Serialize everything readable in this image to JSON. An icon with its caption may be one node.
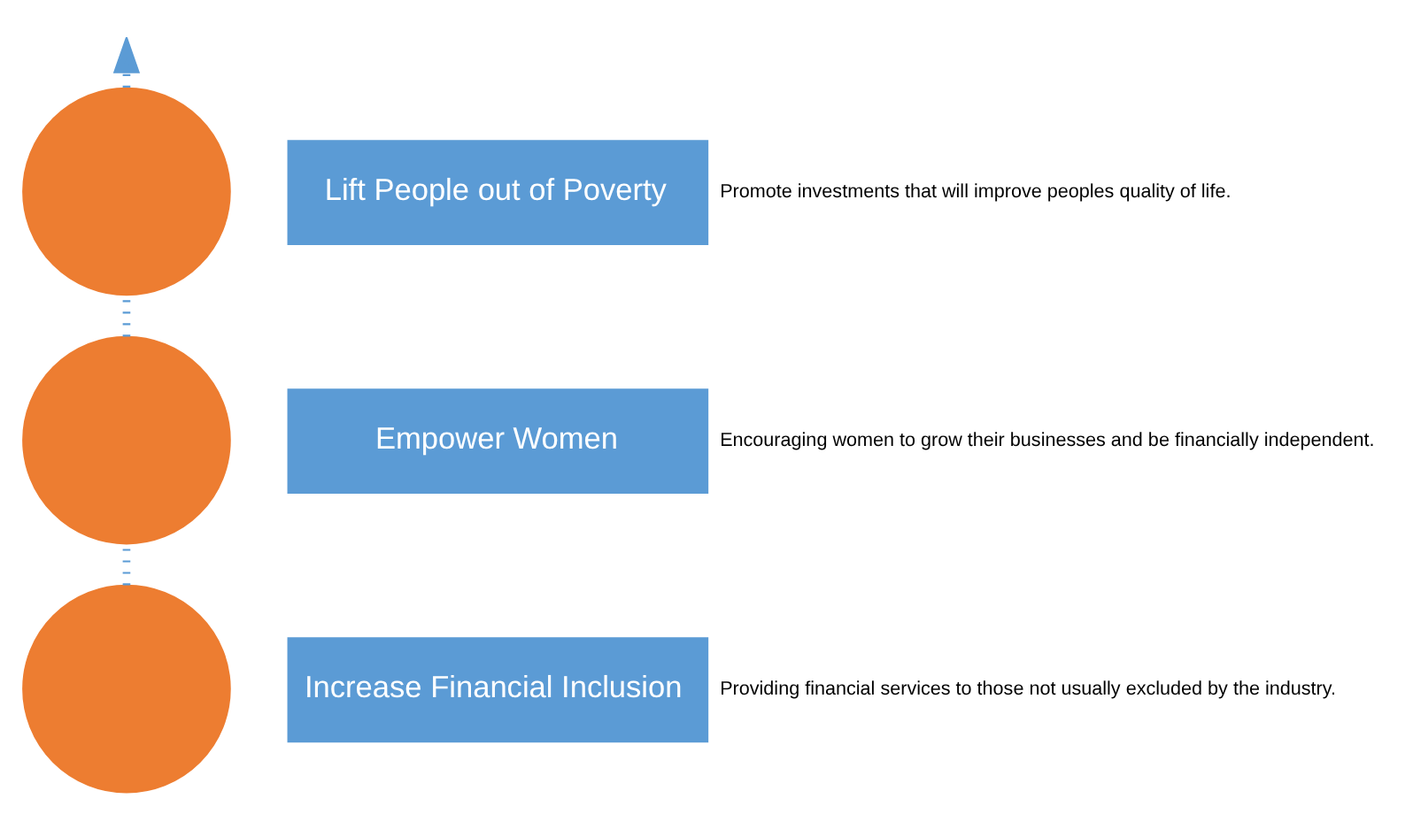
{
  "diagram": {
    "nodes": [
      {
        "text": [],
        "shape": "circle"
      },
      {
        "text": [
          "Lift People out of Poverty"
        ],
        "beside": [
          "Promote investments that will improve peoples quality of life."
        ]
      },
      {
        "text": [],
        "shape": "circle"
      },
      {
        "text": [
          "Empower Women"
        ],
        "beside": [
          "Encouraging women to grow their businesses and be financially independent."
        ]
      },
      {
        "text": [],
        "shape": "circle"
      },
      {
        "text": [
          "Increase Financial Inclusion"
        ],
        "beside": [
          "Providing financial services to those not usually excluded by the industry."
        ]
      }
    ],
    "edges": [
      {
        "from": 4,
        "to": 2,
        "arrow": "none",
        "style": "dashed"
      },
      {
        "from": 2,
        "to": 0,
        "arrow": "none",
        "style": "dashed"
      },
      {
        "from": 0,
        "to": null,
        "arrow": "to",
        "style": "dashed"
      }
    ]
  }
}
